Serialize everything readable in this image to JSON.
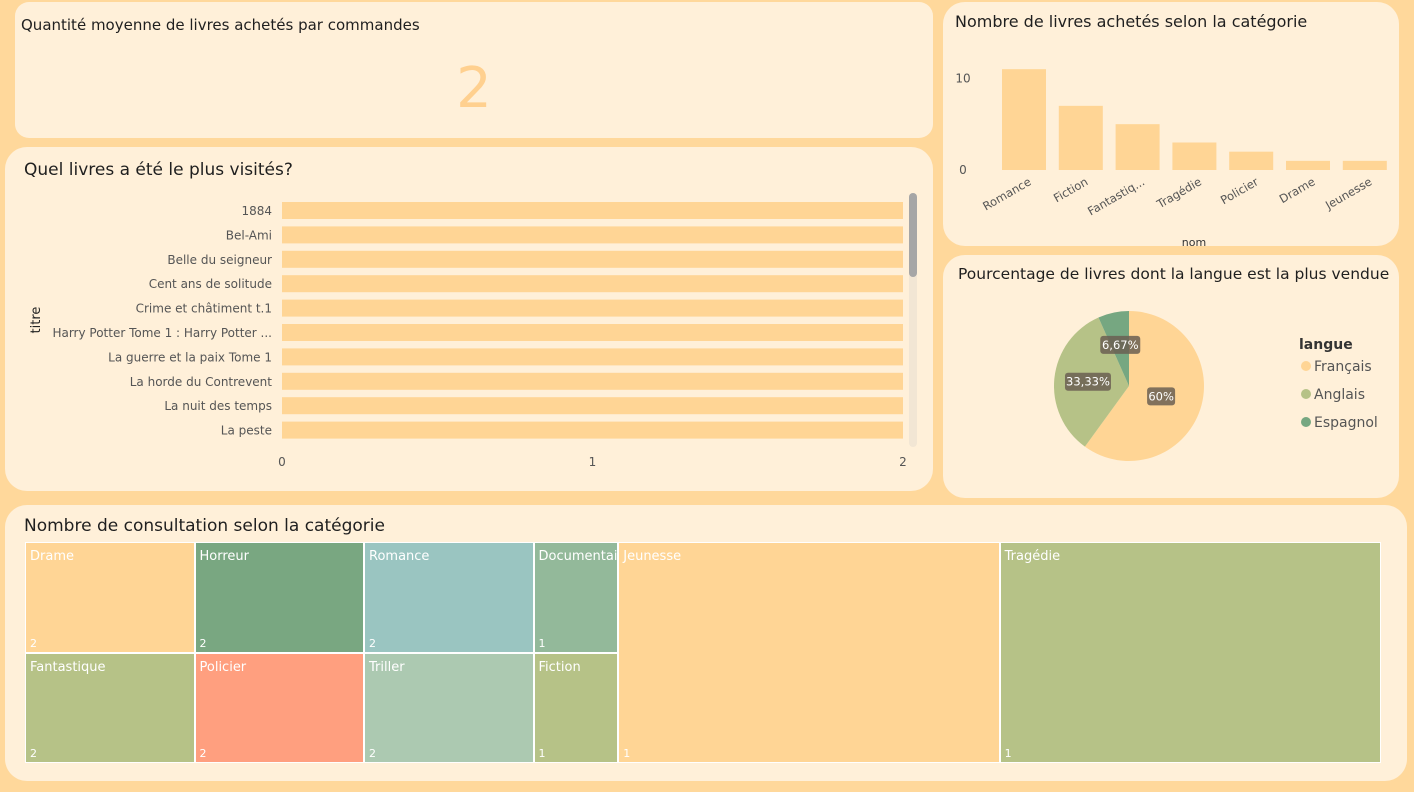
{
  "colors": {
    "background": "#ffd89b",
    "card": "#fff0d9",
    "bar": "#ffd595",
    "kpi": "#ffd08f"
  },
  "kpi": {
    "title": "Quantité moyenne de livres achetés par commandes",
    "value": "2"
  },
  "bar_h": {
    "title": "Quel livres a été le plus visités?",
    "ylabel": "titre"
  },
  "bar_v": {
    "title": "Nombre de livres achetés selon la catégorie",
    "xlabel": "nom"
  },
  "pie": {
    "title": "Pourcentage de livres dont la langue est la plus vendue",
    "legend_title": "langue"
  },
  "tree": {
    "title": "Nombre de consultation selon la catégorie"
  },
  "chart_data": [
    {
      "type": "bar",
      "orientation": "horizontal",
      "title": "Quel livres a été le plus visités?",
      "ylabel": "titre",
      "xlabel": "",
      "categories": [
        "1884",
        "Bel-Ami",
        "Belle du seigneur",
        "Cent ans de solitude",
        "Crime et châtiment t.1",
        "Harry Potter Tome 1 : Harry Potter ...",
        "La guerre et la paix Tome 1",
        "La horde du Contrevent",
        "La nuit des temps",
        "La peste"
      ],
      "values": [
        2,
        2,
        2,
        2,
        2,
        2,
        2,
        2,
        2,
        2
      ],
      "xlim": [
        0,
        2
      ],
      "xticks": [
        "0",
        "1",
        "2"
      ]
    },
    {
      "type": "bar",
      "title": "Nombre de livres achetés selon la catégorie",
      "xlabel": "nom",
      "ylabel": "",
      "categories": [
        "Romance",
        "Fiction",
        "Fantastiq...",
        "Tragédie",
        "Policier",
        "Drame",
        "Jeunesse"
      ],
      "values": [
        11,
        7,
        5,
        3,
        2,
        1,
        1
      ],
      "ylim": [
        0,
        12
      ],
      "yticks": [
        "0",
        "10"
      ]
    },
    {
      "type": "pie",
      "title": "Pourcentage de livres dont la langue est la plus vendue",
      "legend_title": "langue",
      "legend_position": "right",
      "labels": [
        "Français",
        "Anglais",
        "Espagnol"
      ],
      "values": [
        60,
        33.33,
        6.67
      ],
      "display": [
        "60%",
        "33,33%",
        "6,67%"
      ],
      "colors": [
        "#ffd595",
        "#b6c287",
        "#76a781"
      ]
    },
    {
      "type": "treemap",
      "title": "Nombre de consultation selon la catégorie",
      "items": [
        {
          "label": "Drame",
          "value": 2,
          "color": "#ffd595"
        },
        {
          "label": "Fantastique",
          "value": 2,
          "color": "#b6c287"
        },
        {
          "label": "Horreur",
          "value": 2,
          "color": "#79a781"
        },
        {
          "label": "Policier",
          "value": 2,
          "color": "#ff9f7f"
        },
        {
          "label": "Romance",
          "value": 2,
          "color": "#9ac5c1"
        },
        {
          "label": "Triller",
          "value": 2,
          "color": "#acc9b1"
        },
        {
          "label": "Documentaire",
          "value": 1,
          "color": "#93b99a"
        },
        {
          "label": "Fiction",
          "value": 1,
          "color": "#b6c287"
        },
        {
          "label": "Jeunesse",
          "value": 1,
          "color": "#ffd595"
        },
        {
          "label": "Tragédie",
          "value": 1,
          "color": "#b6c287"
        }
      ]
    }
  ]
}
